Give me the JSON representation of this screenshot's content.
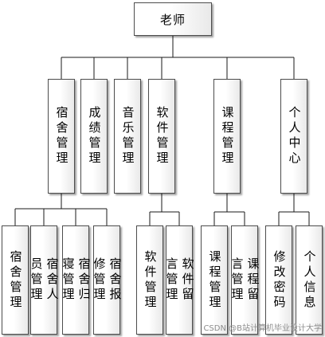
{
  "root": {
    "label": "老师"
  },
  "modules": [
    {
      "id": "dorm",
      "label": "宿舍管理"
    },
    {
      "id": "grade",
      "label": "成绩管理"
    },
    {
      "id": "music",
      "label": "音乐管理"
    },
    {
      "id": "software",
      "label": "软件管理"
    },
    {
      "id": "course",
      "label": "课程管理"
    },
    {
      "id": "personal",
      "label": "个人中心"
    }
  ],
  "submodules": [
    {
      "parent": "dorm",
      "label": "宿舍管理"
    },
    {
      "parent": "dorm",
      "label": "宿舍人员管理"
    },
    {
      "parent": "dorm",
      "label": "宿舍归寝管理"
    },
    {
      "parent": "dorm",
      "label": "宿舍报修管理"
    },
    {
      "parent": "software",
      "label": "软件管理"
    },
    {
      "parent": "software",
      "label": "软件留言管理"
    },
    {
      "parent": "course",
      "label": "课程管理"
    },
    {
      "parent": "course",
      "label": "课程留言管理"
    },
    {
      "parent": "personal",
      "label": "修改密码"
    },
    {
      "parent": "personal",
      "label": "个人信息"
    }
  ],
  "watermark": "CSDN @B站计算机毕业设计大学"
}
